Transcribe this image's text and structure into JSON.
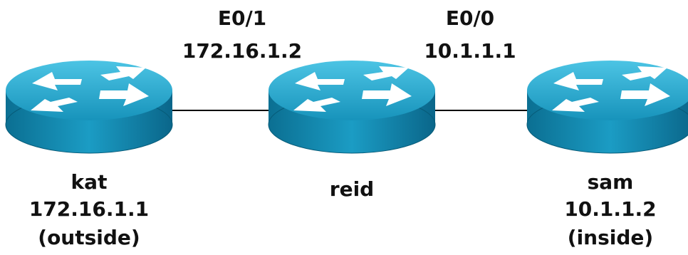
{
  "colors": {
    "router_top": "#21a3c6",
    "router_side": "#0d7ea3",
    "router_dark": "#075b78",
    "arrow": "#ffffff",
    "link": "#000000",
    "text": "#111111"
  },
  "routers": [
    {
      "name": "kat",
      "ip": "172.16.1.1",
      "role": "(outside)"
    },
    {
      "name": "reid",
      "ip": "",
      "role": ""
    },
    {
      "name": "sam",
      "ip": "10.1.1.2",
      "role": "(inside)"
    }
  ],
  "interfaces": {
    "reid_left": {
      "name": "E0/1",
      "ip": "172.16.1.2"
    },
    "reid_right": {
      "name": "E0/0",
      "ip": "10.1.1.1"
    }
  }
}
